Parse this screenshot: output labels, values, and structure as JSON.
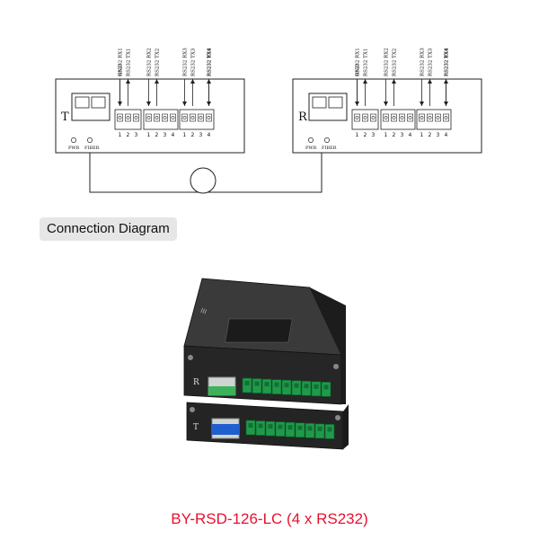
{
  "transmitter": {
    "letter": "T",
    "pins": [
      "GND",
      "RS232 RX1",
      "RS232 TX1",
      "RS232 RX2",
      "RS232 TX2",
      "RS232 RX3",
      "RS232 TX3",
      "RS232 RX4",
      "RS232 TX4"
    ],
    "block1_numbers": [
      "1",
      "2",
      "3"
    ],
    "block2_numbers": [
      "1",
      "2",
      "3",
      "4"
    ],
    "block3_numbers": [
      "1",
      "2",
      "3",
      "4"
    ],
    "leds": [
      "PWR",
      "FIBER"
    ]
  },
  "receiver": {
    "letter": "R",
    "pins": [
      "GND",
      "RS232 RX1",
      "RS232 TX1",
      "RS232 RX2",
      "RS232 TX2",
      "RS232 RX3",
      "RS232 TX3",
      "RS232 RX4",
      "RS232 TX4"
    ],
    "block1_numbers": [
      "1",
      "2",
      "3"
    ],
    "block2_numbers": [
      "1",
      "2",
      "3",
      "4"
    ],
    "block3_numbers": [
      "1",
      "2",
      "3",
      "4"
    ],
    "leds": [
      "PWR",
      "FIBER"
    ]
  },
  "caption": "Connection Diagram",
  "photo": {
    "top_letter": "R",
    "bottom_letter": "T"
  },
  "product_title": "BY-RSD-126-LC (4 x RS232)",
  "colors": {
    "title": "#e8112d",
    "device": "#2a2a2a",
    "terminal": "#1f9a4a",
    "module_blue": "#1f5fd0"
  }
}
